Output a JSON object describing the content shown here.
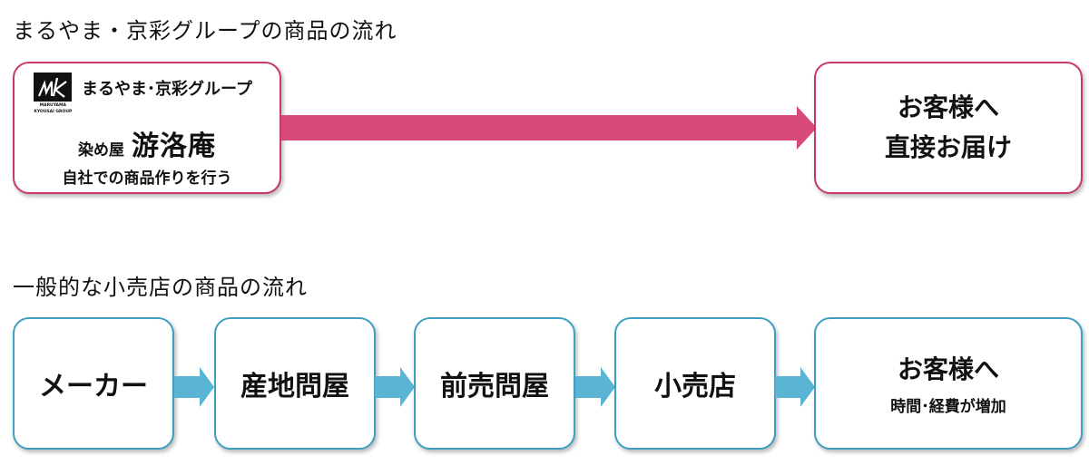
{
  "top": {
    "title": "まるやま・京彩グループの商品の流れ",
    "brand_box": {
      "logo_small_line1": "MARUYAMA",
      "logo_small_line2": "KYOUSAI GROUP",
      "group_name": "まるやま･京彩グループ",
      "shop_prefix": "染め屋",
      "shop_name": "游洛庵",
      "description": "自社での商品作りを行う"
    },
    "destination": {
      "line1": "お客様へ",
      "line2": "直接お届け"
    }
  },
  "bottom": {
    "title": "一般的な小売店の商品の流れ",
    "steps": [
      "メーカー",
      "産地問屋",
      "前売問屋",
      "小売店"
    ],
    "destination": {
      "line1": "お客様へ",
      "note": "時間･経費が増加"
    }
  },
  "colors": {
    "pink": "#c8386a",
    "pink_arrow": "#d84a78",
    "blue": "#3e9fc0",
    "blue_arrow": "#5ab4d4"
  }
}
